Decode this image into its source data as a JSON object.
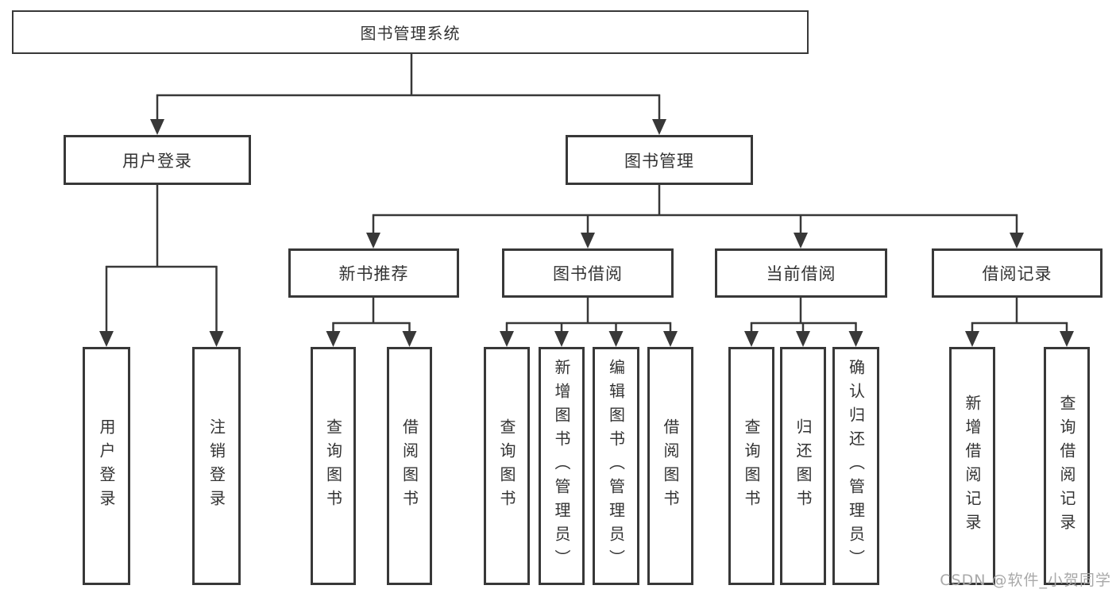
{
  "diagram": {
    "title": "图书管理系统",
    "branches": [
      {
        "label": "用户登录",
        "children": [
          {
            "label": "用户登录"
          },
          {
            "label": "注销登录"
          }
        ]
      },
      {
        "label": "图书管理",
        "children": [
          {
            "label": "新书推荐",
            "children": [
              {
                "label": "查询图书"
              },
              {
                "label": "借阅图书"
              }
            ]
          },
          {
            "label": "图书借阅",
            "children": [
              {
                "label": "查询图书"
              },
              {
                "label": "新增图书（管理员）"
              },
              {
                "label": "编辑图书（管理员）"
              },
              {
                "label": "借阅图书"
              }
            ]
          },
          {
            "label": "当前借阅",
            "children": [
              {
                "label": "查询图书"
              },
              {
                "label": "归还图书"
              },
              {
                "label": "确认归还（管理员）"
              }
            ]
          },
          {
            "label": "借阅记录",
            "children": [
              {
                "label": "新增借阅记录"
              },
              {
                "label": "查询借阅记录"
              }
            ]
          }
        ]
      }
    ]
  },
  "watermark": {
    "text": "CSDN @软件_小贺同学"
  },
  "colors": {
    "line": "#383838",
    "text": "#333333",
    "box_background": "#ffffff",
    "watermark": "#a9a9a9"
  }
}
